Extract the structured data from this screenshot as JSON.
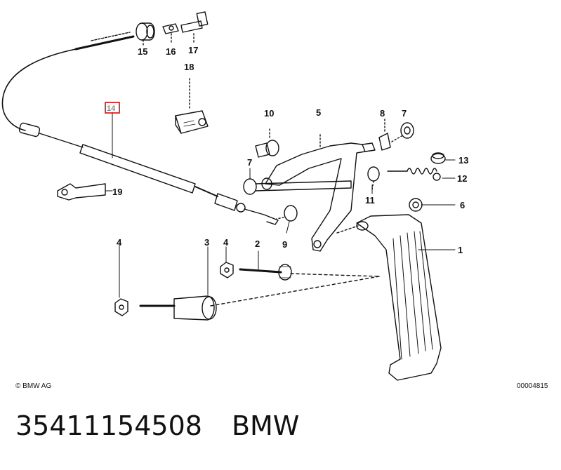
{
  "diagram": {
    "copyright": "© BMW AG",
    "image_number": "00004815",
    "highlighted_part": "14",
    "labels": {
      "p1": "1",
      "p2": "2",
      "p3": "3",
      "p4a": "4",
      "p4b": "4",
      "p5": "5",
      "p6": "6",
      "p7a": "7",
      "p7b": "7",
      "p8": "8",
      "p9": "9",
      "p10": "10",
      "p11": "11",
      "p12": "12",
      "p13": "13",
      "p14": "14",
      "p15": "15",
      "p16": "16",
      "p17": "17",
      "p18": "18",
      "p19": "19"
    }
  },
  "footer": {
    "part_number": "35411154508",
    "brand": "BMW"
  }
}
